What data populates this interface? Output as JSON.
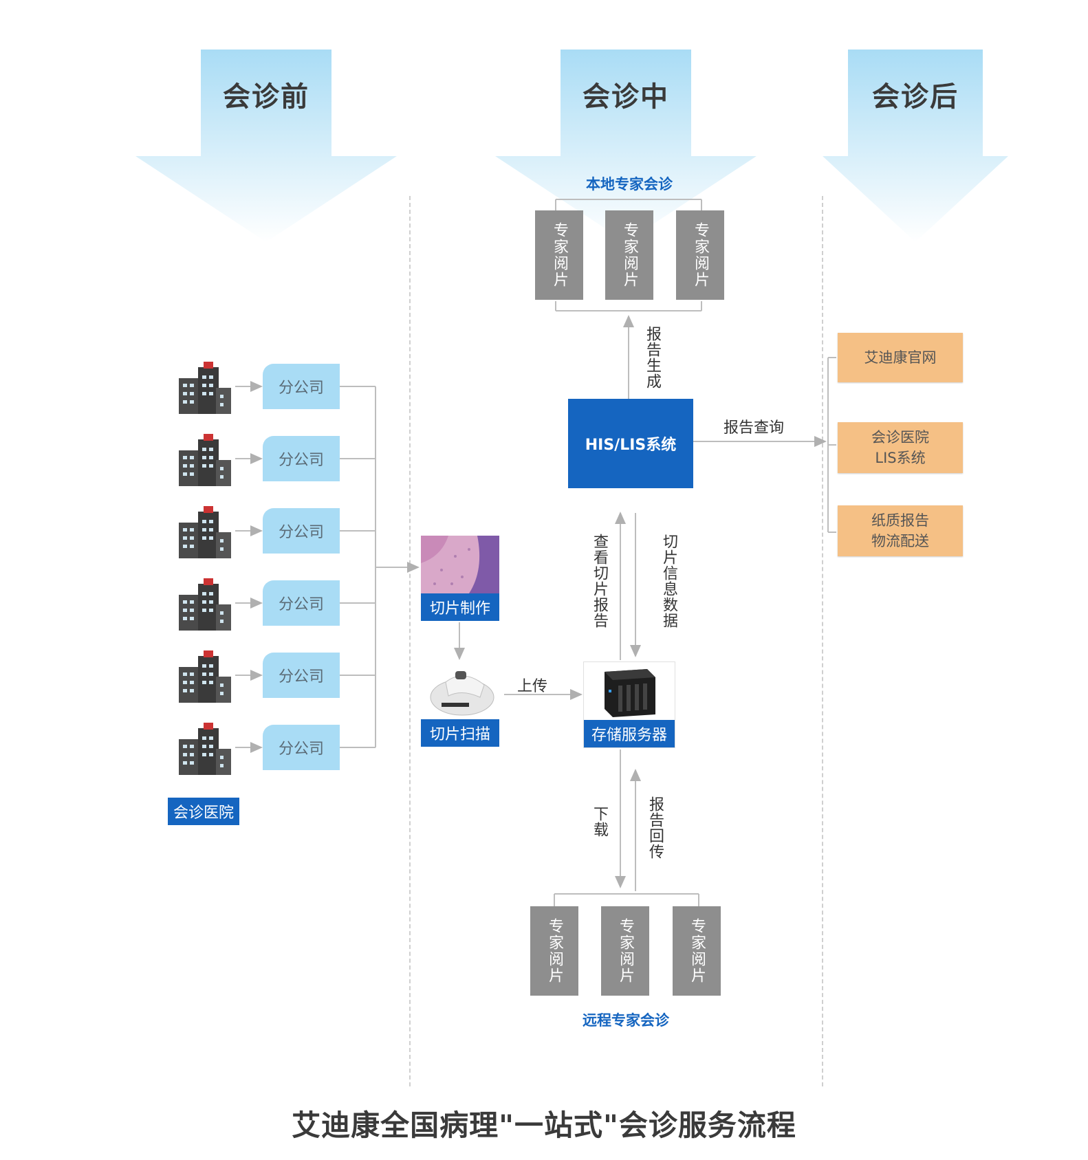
{
  "phases": {
    "before": "会诊前",
    "during": "会诊中",
    "after": "会诊后"
  },
  "local_group": {
    "title": "本地专家会诊",
    "experts": [
      "专家阅片",
      "专家阅片",
      "专家阅片"
    ]
  },
  "remote_group": {
    "title": "远程专家会诊",
    "experts": [
      "专家阅片",
      "专家阅片",
      "专家阅片"
    ]
  },
  "branches": [
    "分公司",
    "分公司",
    "分公司",
    "分公司",
    "分公司",
    "分公司"
  ],
  "hospital_label": "会诊医院",
  "his": "HIS/LIS系统",
  "arrows": {
    "report_gen": "报告生成",
    "report_query": "报告查询",
    "view_report": "查看切片报告",
    "slice_info": "切片信息数据",
    "upload": "上传",
    "download": "下载",
    "report_return": "报告回传"
  },
  "process": {
    "slice_make": "切片制作",
    "slice_scan": "切片扫描",
    "storage": "存储服务器"
  },
  "outputs": [
    [
      "艾迪康官网"
    ],
    [
      "会诊医院",
      "LIS系统"
    ],
    [
      "纸质报告",
      "物流配送"
    ]
  ],
  "title": "艾迪康全国病理\"一站式\"会诊服务流程",
  "colors": {
    "blue": "#1565c0",
    "light_blue": "#a9dcf5",
    "gray": "#8e8e8e",
    "orange": "#f5c085"
  }
}
